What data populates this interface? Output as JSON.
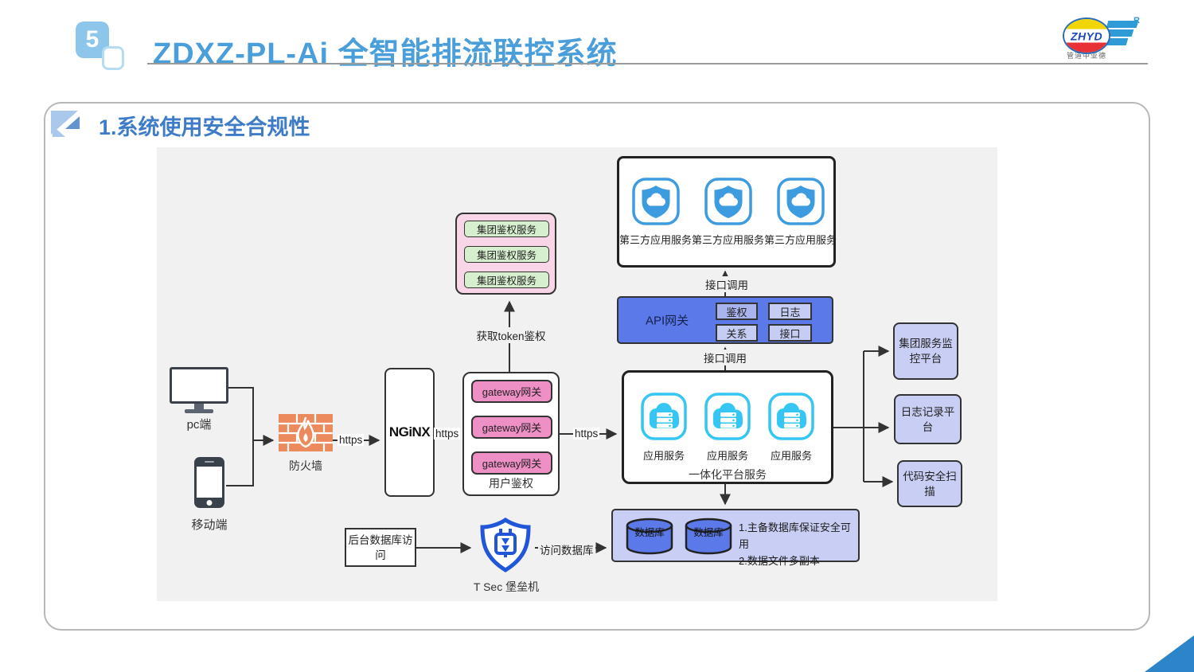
{
  "header": {
    "badge": "5",
    "title": "ZDXZ-PL-Ai 全智能排流联控系统",
    "logo": {
      "text": "ZHYD",
      "registered": "R",
      "tagline": "管道中亚德"
    }
  },
  "section": {
    "title": "1.系统使用安全合规性"
  },
  "diagram": {
    "clients": {
      "pc": "pc端",
      "mobile": "移动端"
    },
    "firewall_label": "防火墙",
    "nginx_label": "NGiNX",
    "https_labels": [
      "https",
      "https",
      "https"
    ],
    "auth_group": {
      "items": [
        "集团鉴权服务",
        "集团鉴权服务",
        "集团鉴权服务"
      ]
    },
    "token_label": "获取token鉴权",
    "gateway": {
      "items": [
        "gateway网关",
        "gateway网关",
        "gateway网关"
      ],
      "caption": "用户鉴权"
    },
    "third_party": {
      "items": [
        "第三方应用服务",
        "第三方应用服务",
        "第三方应用服务"
      ]
    },
    "interface_call_top": "接口调用",
    "interface_call_bottom": "接口调用",
    "api_gateway": {
      "label": "API网关",
      "modules": [
        "鉴权",
        "日志",
        "关系",
        "接口"
      ]
    },
    "platform": {
      "items": [
        "应用服务",
        "应用服务",
        "应用服务"
      ],
      "caption": "一体化平台服务"
    },
    "database": {
      "cylinders": [
        "数据库",
        "数据库"
      ],
      "notes": [
        "1.主备数据库保证安全可用",
        "2.数据文件多副本"
      ]
    },
    "right_panels": [
      "集团服务监控平台",
      "日志记录平台",
      "代码安全扫描"
    ],
    "backend_access": "后台数据库访问",
    "bastion_label": "T Sec 堡垒机",
    "db_access_label": "访问数据库"
  }
}
